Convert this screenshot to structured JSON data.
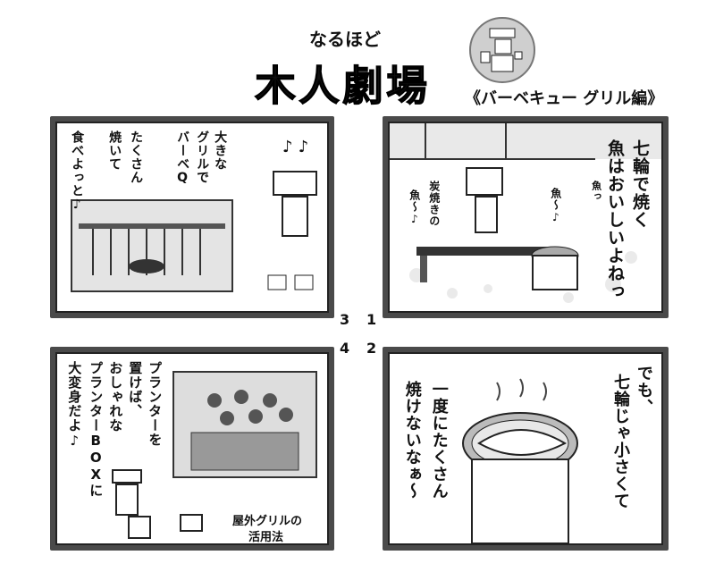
{
  "header": {
    "subtitle": "なるほど",
    "title": "木人劇場",
    "episode": "《バーベキュー グリル編》"
  },
  "panel_numbers": [
    "3",
    "1",
    "4",
    "2"
  ],
  "panels": {
    "p1": {
      "lines": [
        "七輪で焼く",
        "魚はおいしいよねっ"
      ],
      "sfx_a": "魚っ",
      "sfx_b": "魚〜♪",
      "sfx_c": "炭焼きの",
      "sfx_d": "魚〜♪"
    },
    "p2": {
      "lines": [
        "でも、",
        "七輪じゃ小さくて",
        "一度にたくさん",
        "焼けないなぁ〜"
      ]
    },
    "p3": {
      "lines": [
        "大きな",
        "グリルで",
        "バーベQ",
        "たくさん",
        "焼いて",
        "食べよっと♪"
      ],
      "notes": "♪ ♪"
    },
    "p4": {
      "lines": [
        "プランターを",
        "置けば、",
        "おしゃれな",
        "プランターBOXに",
        "大変身だよ♪"
      ],
      "tag": "屋外グリルの",
      "tag2": "活用法"
    }
  }
}
